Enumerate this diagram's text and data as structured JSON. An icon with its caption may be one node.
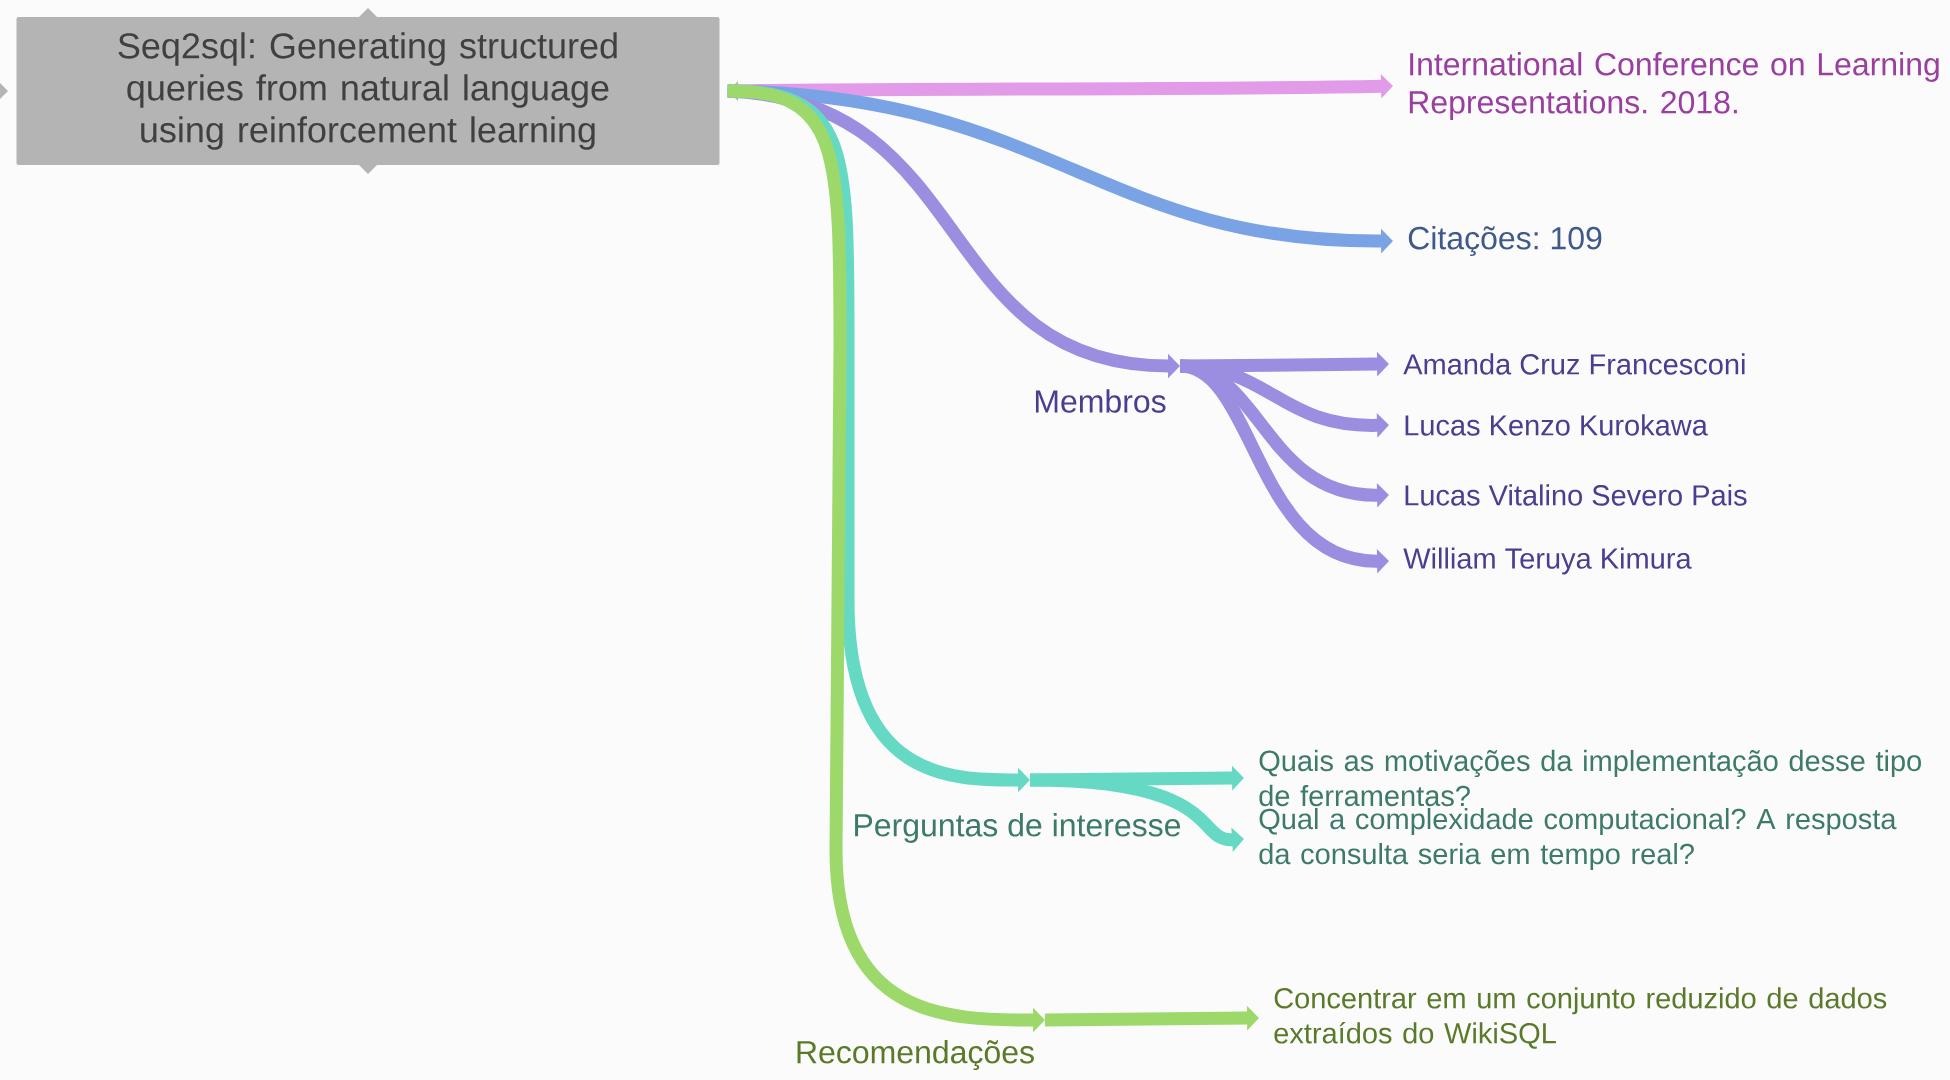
{
  "diagram": {
    "nodes": [
      {
        "text": [
          "Seq2sql: Generating structured queries from natural language using reinforcement learning"
        ]
      },
      {
        "text": [
          "International Conference on Learning Representations. 2018."
        ]
      },
      {
        "text": [
          "Citações: 109"
        ]
      },
      {
        "text": [
          "Membros"
        ]
      },
      {
        "text": [
          "Amanda Cruz Francesconi"
        ]
      },
      {
        "text": [
          "Lucas Kenzo Kurokawa"
        ]
      },
      {
        "text": [
          "Lucas Vitalino Severo Pais"
        ]
      },
      {
        "text": [
          "William Teruya Kimura"
        ]
      },
      {
        "text": [
          "Perguntas de interesse"
        ]
      },
      {
        "text": [
          "Quais as motivações da implementação desse tipo de ferramentas?"
        ]
      },
      {
        "text": [
          "Qual a complexidade computacional? A resposta da consulta seria em tempo real?"
        ]
      },
      {
        "text": [
          "Recomendações"
        ]
      },
      {
        "text": [
          "Concentrar em um conjunto reduzido de dados extraídos do WikiSQL"
        ]
      }
    ],
    "edges": [
      {
        "from": 0,
        "to": 1,
        "arrow": "to",
        "color": "#e29be8"
      },
      {
        "from": 0,
        "to": 2,
        "arrow": "to",
        "color": "#7aa3e5"
      },
      {
        "from": 0,
        "to": 3,
        "arrow": "to",
        "color": "#9b8de0"
      },
      {
        "from": 0,
        "to": 8,
        "arrow": "to",
        "color": "#66d9c4"
      },
      {
        "from": 0,
        "to": 11,
        "arrow": "to",
        "color": "#9dd86a"
      },
      {
        "from": 3,
        "to": 4,
        "arrow": "to",
        "color": "#9b8de0"
      },
      {
        "from": 3,
        "to": 5,
        "arrow": "to",
        "color": "#9b8de0"
      },
      {
        "from": 3,
        "to": 6,
        "arrow": "to",
        "color": "#9b8de0"
      },
      {
        "from": 3,
        "to": 7,
        "arrow": "to",
        "color": "#9b8de0"
      },
      {
        "from": 8,
        "to": 9,
        "arrow": "to",
        "color": "#66d9c4"
      },
      {
        "from": 8,
        "to": 10,
        "arrow": "to",
        "color": "#66d9c4"
      },
      {
        "from": 11,
        "to": 12,
        "arrow": "to",
        "color": "#9dd86a"
      }
    ]
  }
}
